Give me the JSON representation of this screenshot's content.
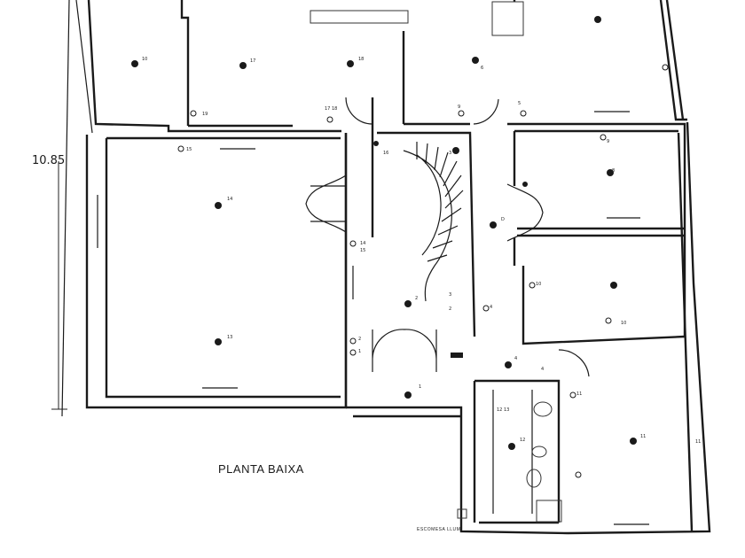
{
  "plan": {
    "title": "PLANTA BAIXA",
    "dimension": "10.85",
    "scale_note": "ESCOMESA LLUM"
  },
  "point_labels": [
    "10",
    "17",
    "18",
    "6",
    "19",
    "17 18",
    "9",
    "5",
    "15",
    "16",
    "3",
    "9",
    "14",
    "8",
    "14",
    "15",
    "D",
    "10",
    "13",
    "3",
    "2",
    "2",
    "4",
    "10",
    "2",
    "1",
    "1",
    "4",
    "4",
    "11",
    "12",
    "12 13",
    "11",
    "11"
  ]
}
